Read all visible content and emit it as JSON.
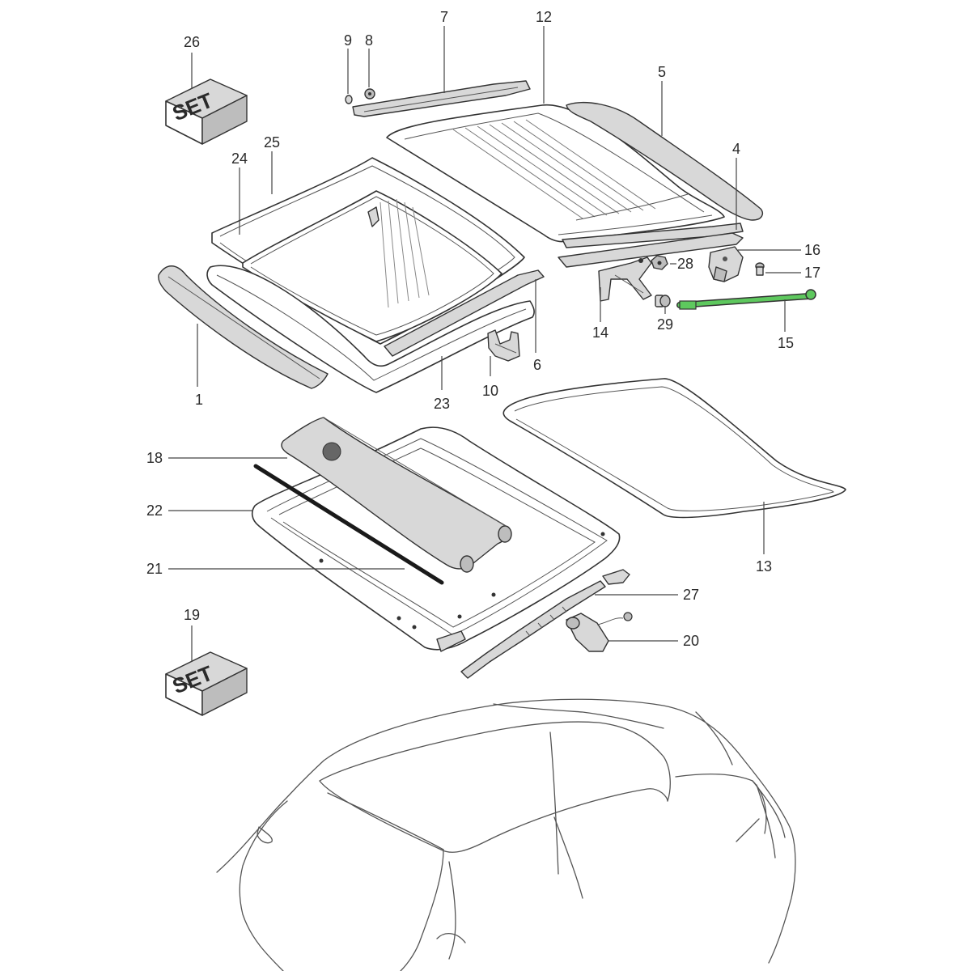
{
  "diagram": {
    "callouts": {
      "c1": "1",
      "c4": "4",
      "c5": "5",
      "c6": "6",
      "c7": "7",
      "c8": "8",
      "c9": "9",
      "c10": "10",
      "c12": "12",
      "c13": "13",
      "c14": "14",
      "c15": "15",
      "c16": "16",
      "c17": "17",
      "c18": "18",
      "c19": "19",
      "c20": "20",
      "c21": "21",
      "c22": "22",
      "c23": "23",
      "c24": "24",
      "c25": "25",
      "c26": "26",
      "c27": "27",
      "c28": "28",
      "c29": "29"
    },
    "set_box_text": "SET",
    "highlight_color": "#5ec85e"
  }
}
